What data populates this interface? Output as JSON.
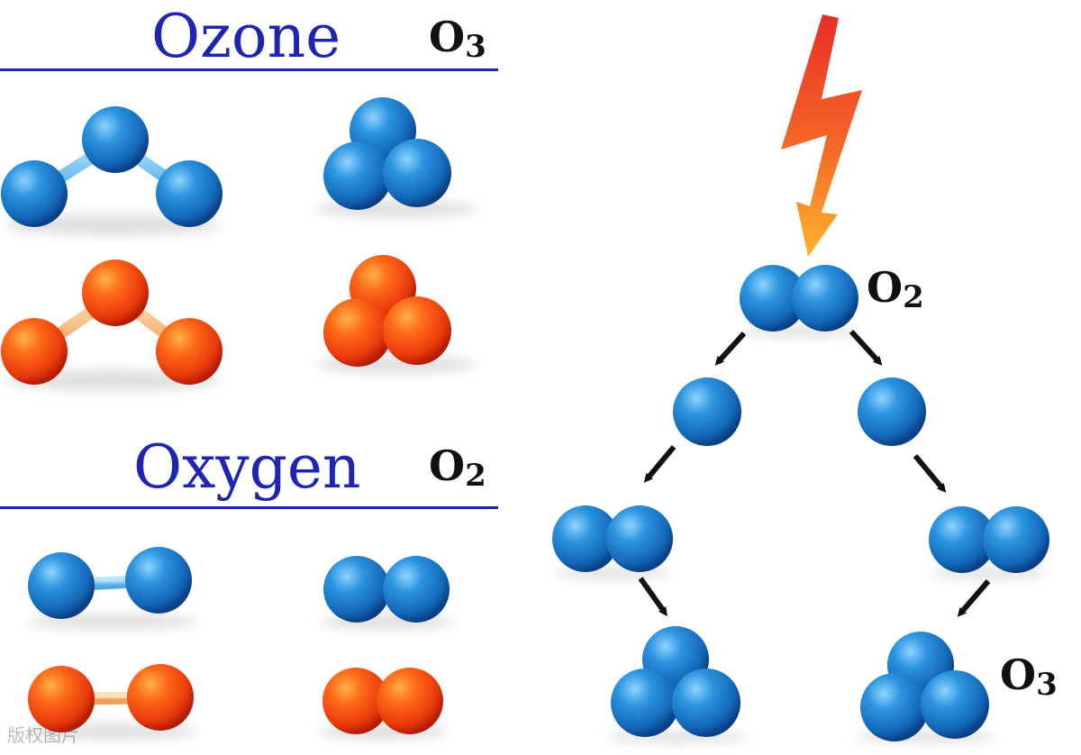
{
  "ozone": {
    "title": "Ozone",
    "formula": "O",
    "formula_sub": "3"
  },
  "oxygen": {
    "title": "Oxygen",
    "formula": "O",
    "formula_sub": "2"
  },
  "reaction": {
    "top_formula": "O",
    "top_formula_sub": "2",
    "bottom_formula": "O",
    "bottom_formula_sub": "3"
  },
  "watermark": "版权图片",
  "colors": {
    "blue_atom": "#1f86d6",
    "red_atom": "#f0400f",
    "title_blue": "#1f25b0",
    "arrow": "#111111"
  }
}
